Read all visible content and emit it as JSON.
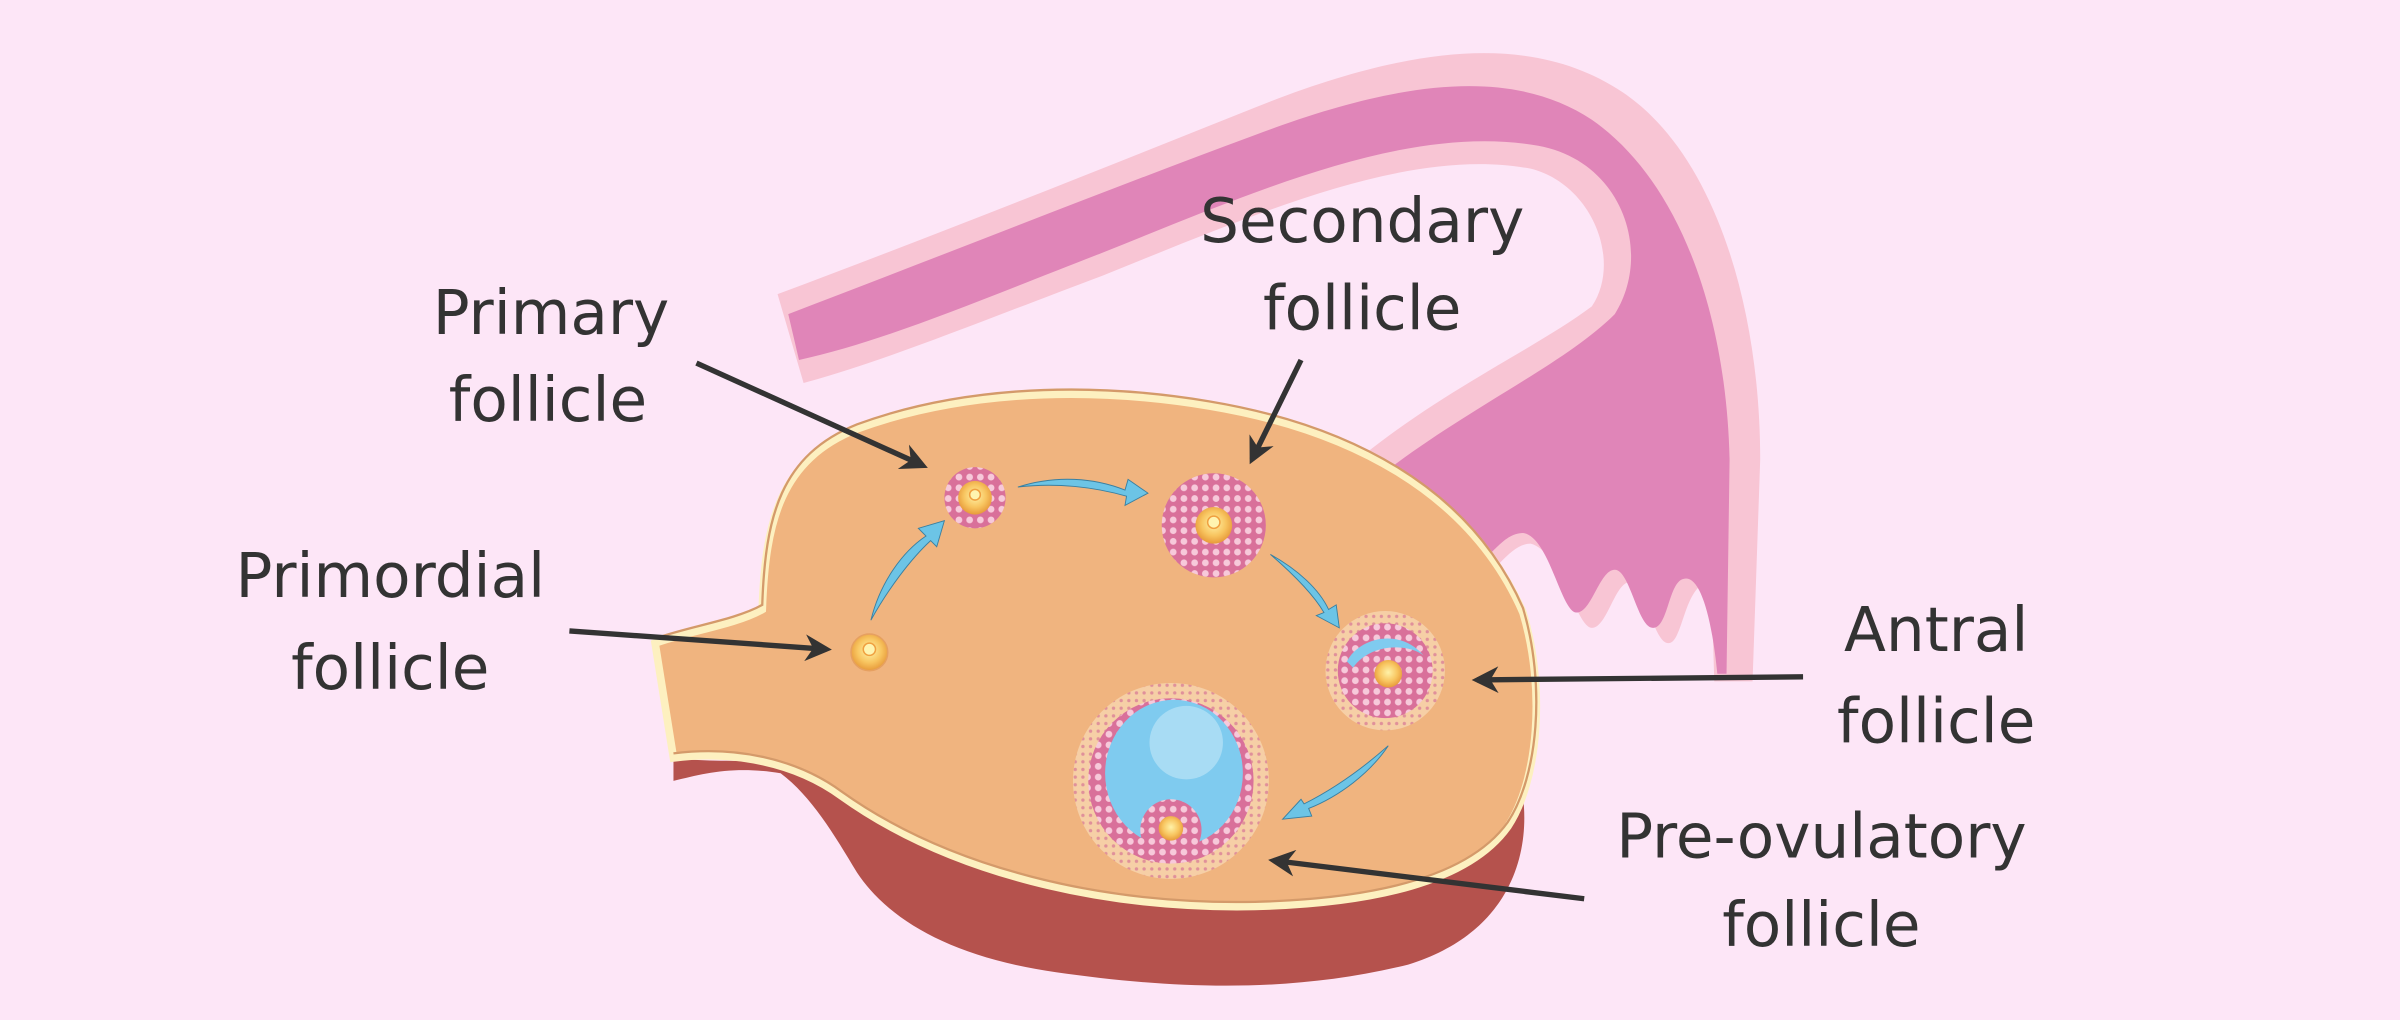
{
  "labels": {
    "primary": [
      "Primary",
      "follicle"
    ],
    "secondary": [
      "Secondary",
      "follicle"
    ],
    "primordial": [
      "Primordial",
      "follicle"
    ],
    "antral": [
      "Antral",
      "follicle"
    ],
    "preovulatory": [
      "Pre-ovulatory",
      "follicle"
    ]
  },
  "colors": {
    "background": "#fde6f7",
    "ovary": "#f0b47f",
    "ovary_cut": "#b5524d",
    "tube": "#e085b8",
    "tube_edge": "#f8c5d4",
    "antrum": "#7fcbef",
    "arrow": "#333333",
    "progress_arrow": "#6cc4e6"
  }
}
